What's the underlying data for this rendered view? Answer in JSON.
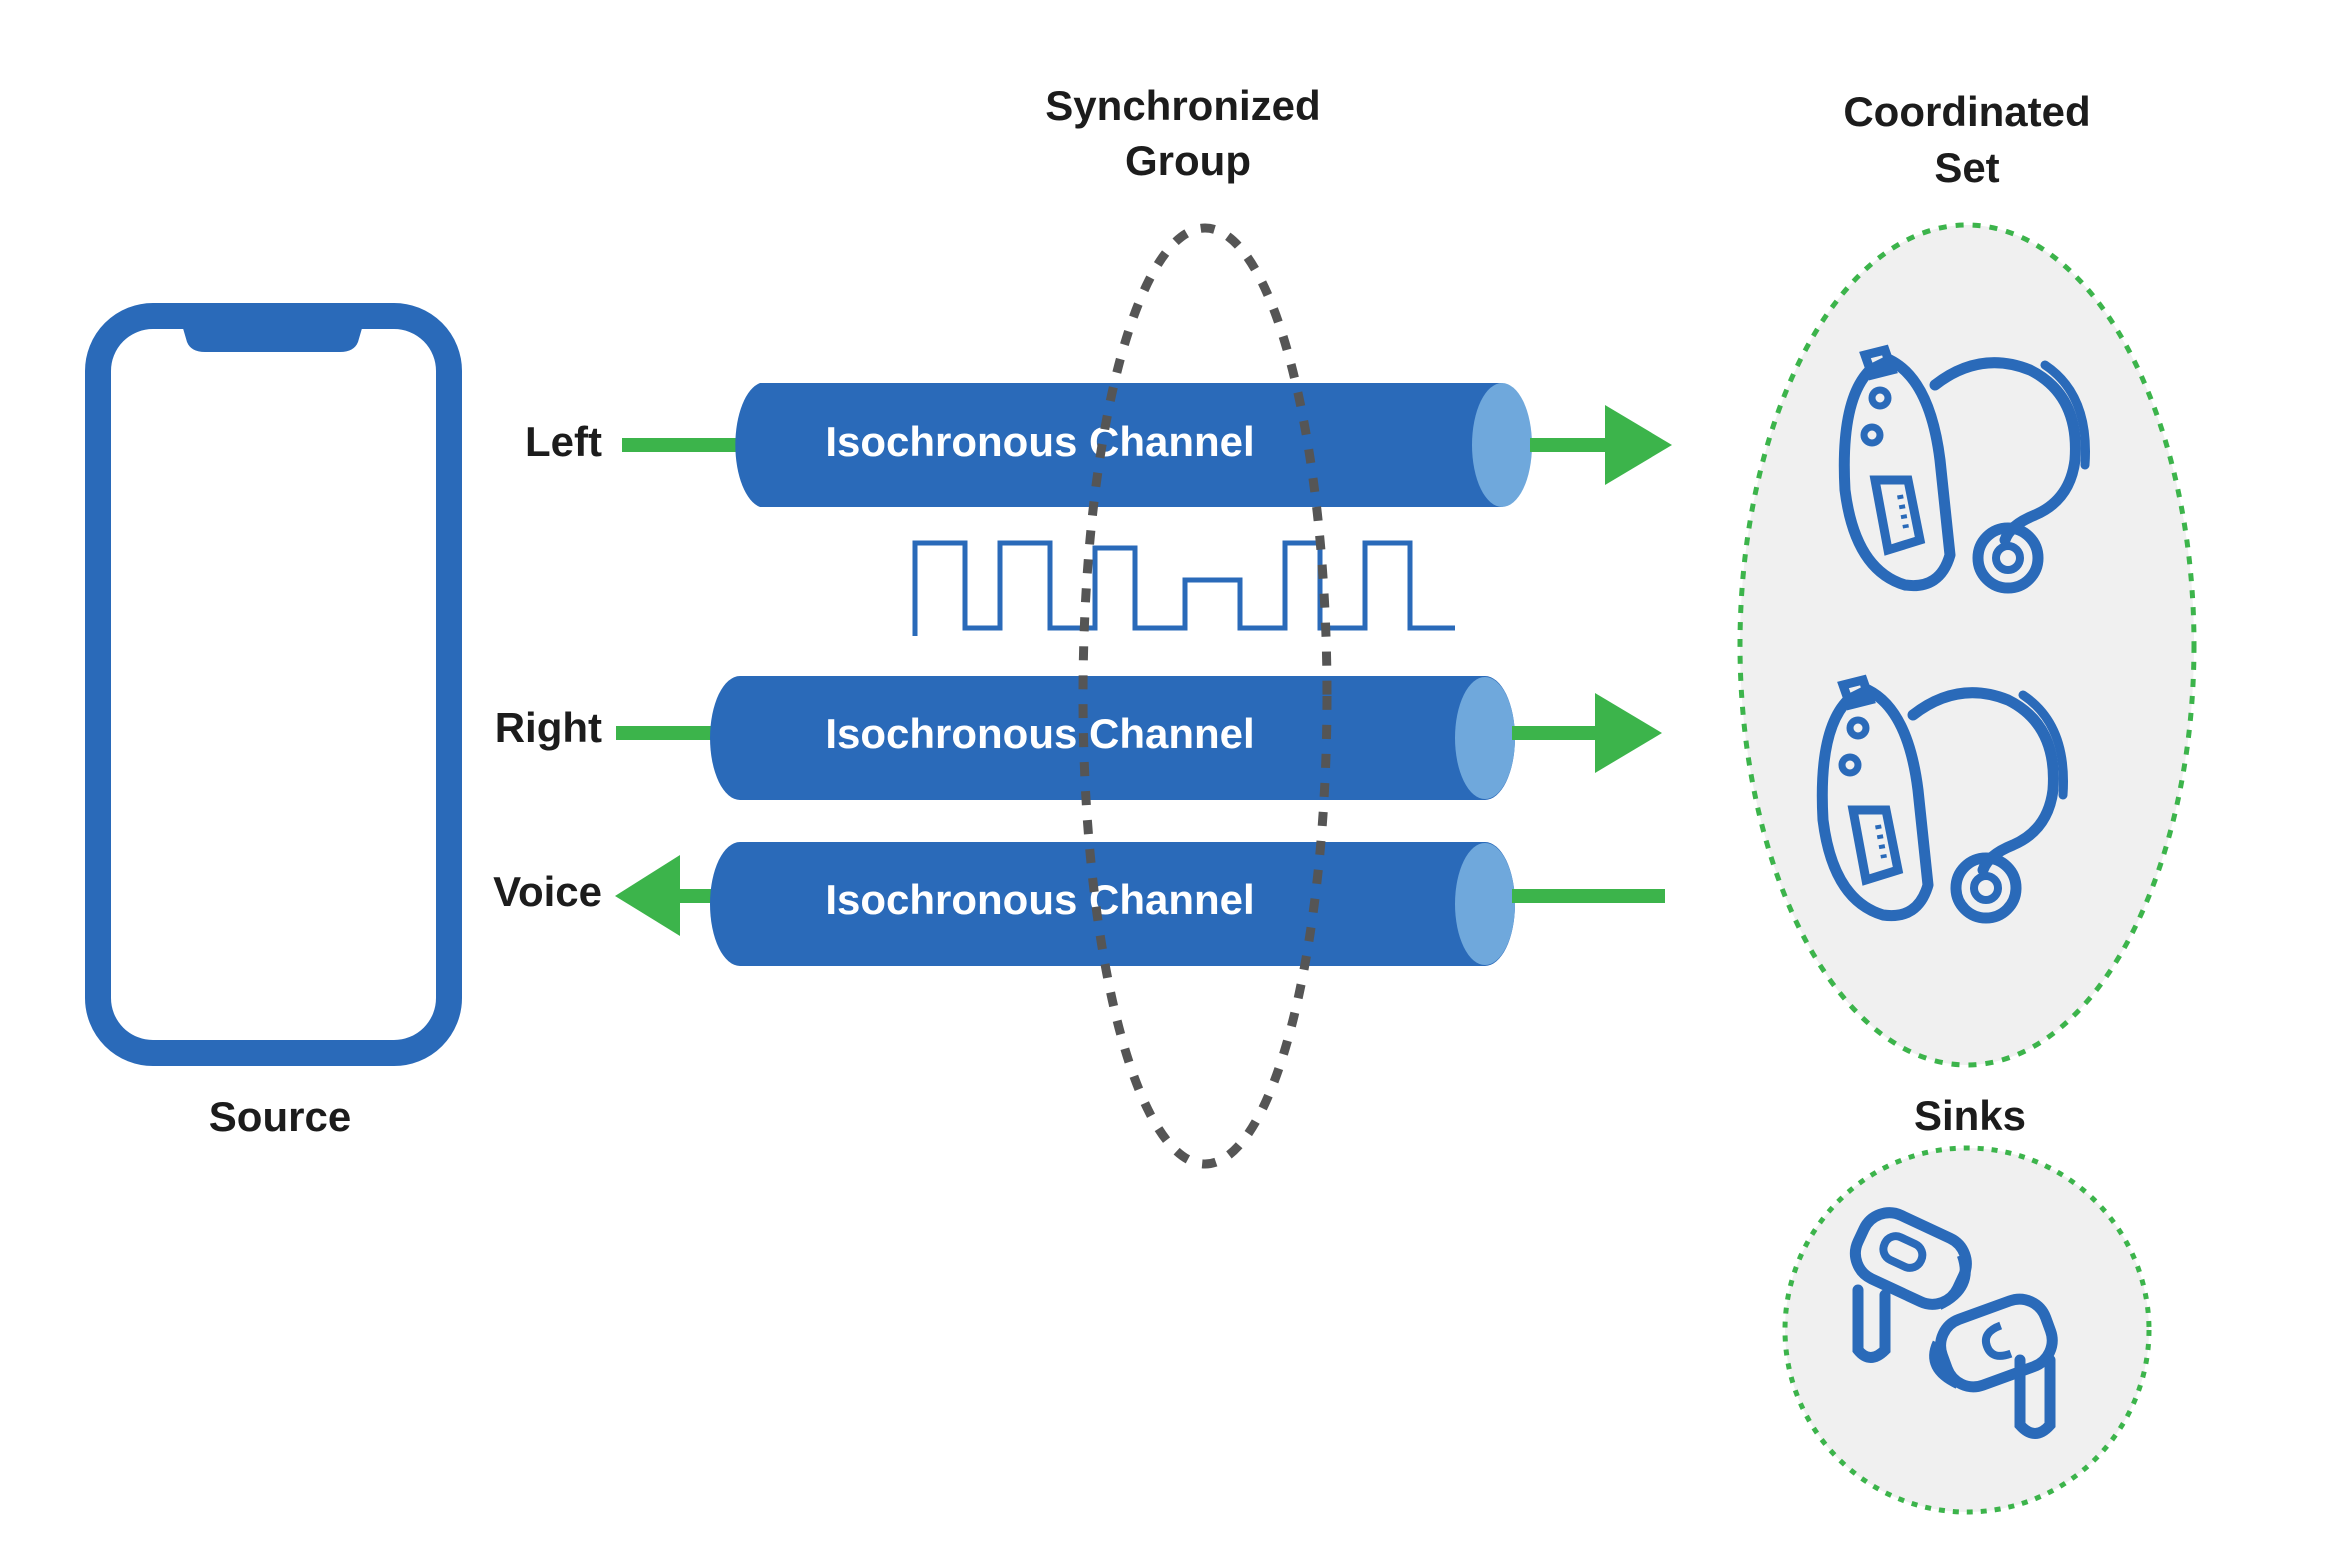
{
  "labels": {
    "source": "Source",
    "sync_group_line1": "Synchronized",
    "sync_group_line2": "Group",
    "coord_set_line1": "Coordinated",
    "coord_set_line2": "Set",
    "sinks": "Sinks"
  },
  "channels": [
    {
      "stream_label": "Left",
      "text": "Isochronous Channel",
      "direction": "to-sink"
    },
    {
      "stream_label": "Right",
      "text": "Isochronous Channel",
      "direction": "to-sink"
    },
    {
      "stream_label": "Voice",
      "text": "Isochronous Channel",
      "direction": "to-source"
    }
  ],
  "colors": {
    "phone": "#2a6ab9",
    "cylinder_body": "#2a6ab9",
    "cylinder_cap": "#6fa8dc",
    "arrow": "#3cb44b",
    "dashed_group": "#555555",
    "coord_set_fill": "#f0f0f0",
    "coord_set_border": "#3cb44b",
    "icon_stroke": "#2a6ab9",
    "signal_stroke": "#2a6ab9"
  },
  "icons": [
    "smartphone-icon",
    "hearing-aid-icon",
    "hearing-aid-icon",
    "earbuds-icon"
  ]
}
